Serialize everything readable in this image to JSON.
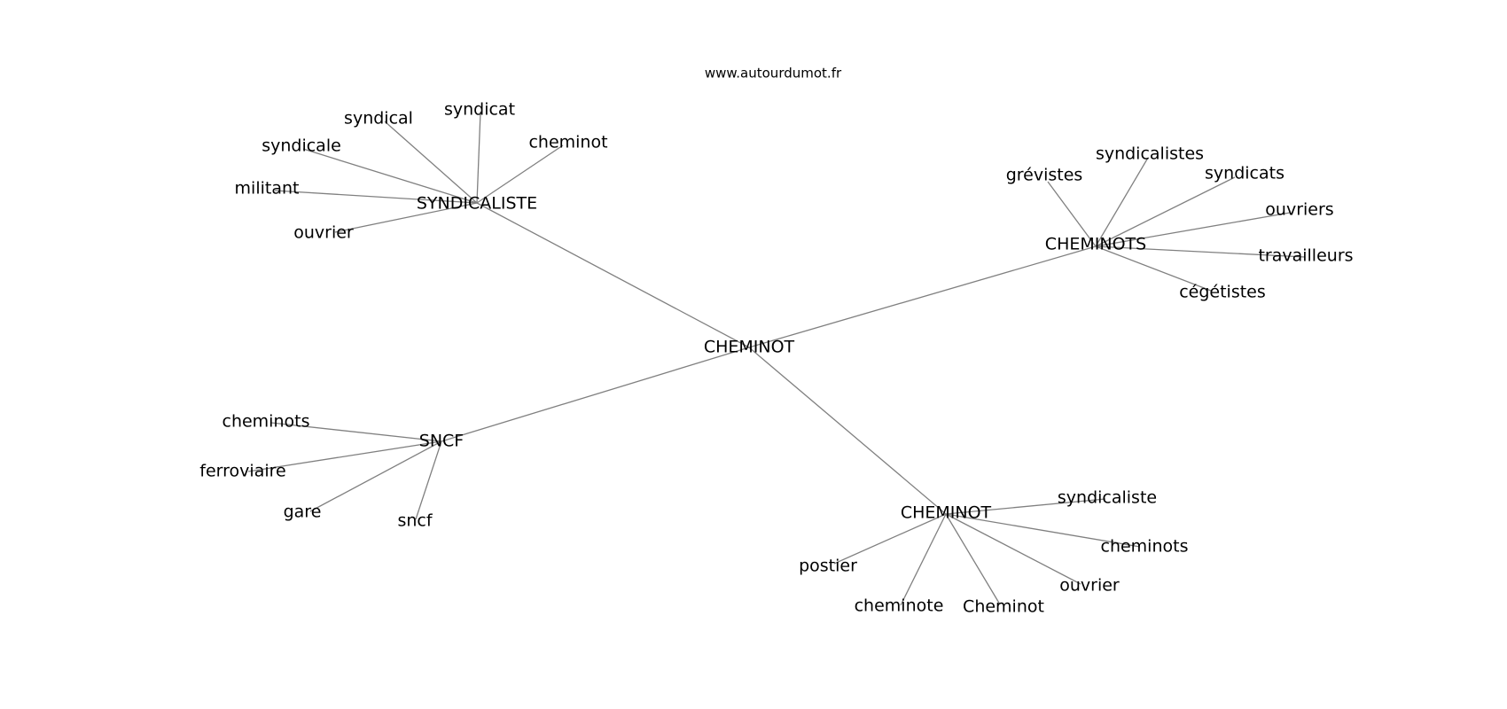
{
  "source": "www.autourdumot.fr",
  "center": "CHEMINOT",
  "groups": [
    {
      "hub": "SYNDICALISTE",
      "words": [
        "syndical",
        "syndicat",
        "cheminot",
        "syndicale",
        "militant",
        "ouvrier"
      ]
    },
    {
      "hub": "CHEMINOTS",
      "words": [
        "grévistes",
        "syndicalistes",
        "syndicats",
        "ouvriers",
        "travailleurs",
        "cégétistes"
      ]
    },
    {
      "hub": "SNCF",
      "words": [
        "cheminots",
        "ferroviaire",
        "gare",
        "sncf"
      ]
    },
    {
      "hub": "CHEMINOT",
      "words": [
        "syndicaliste",
        "cheminots",
        "ouvrier",
        "Cheminot",
        "cheminote",
        "postier"
      ]
    }
  ]
}
